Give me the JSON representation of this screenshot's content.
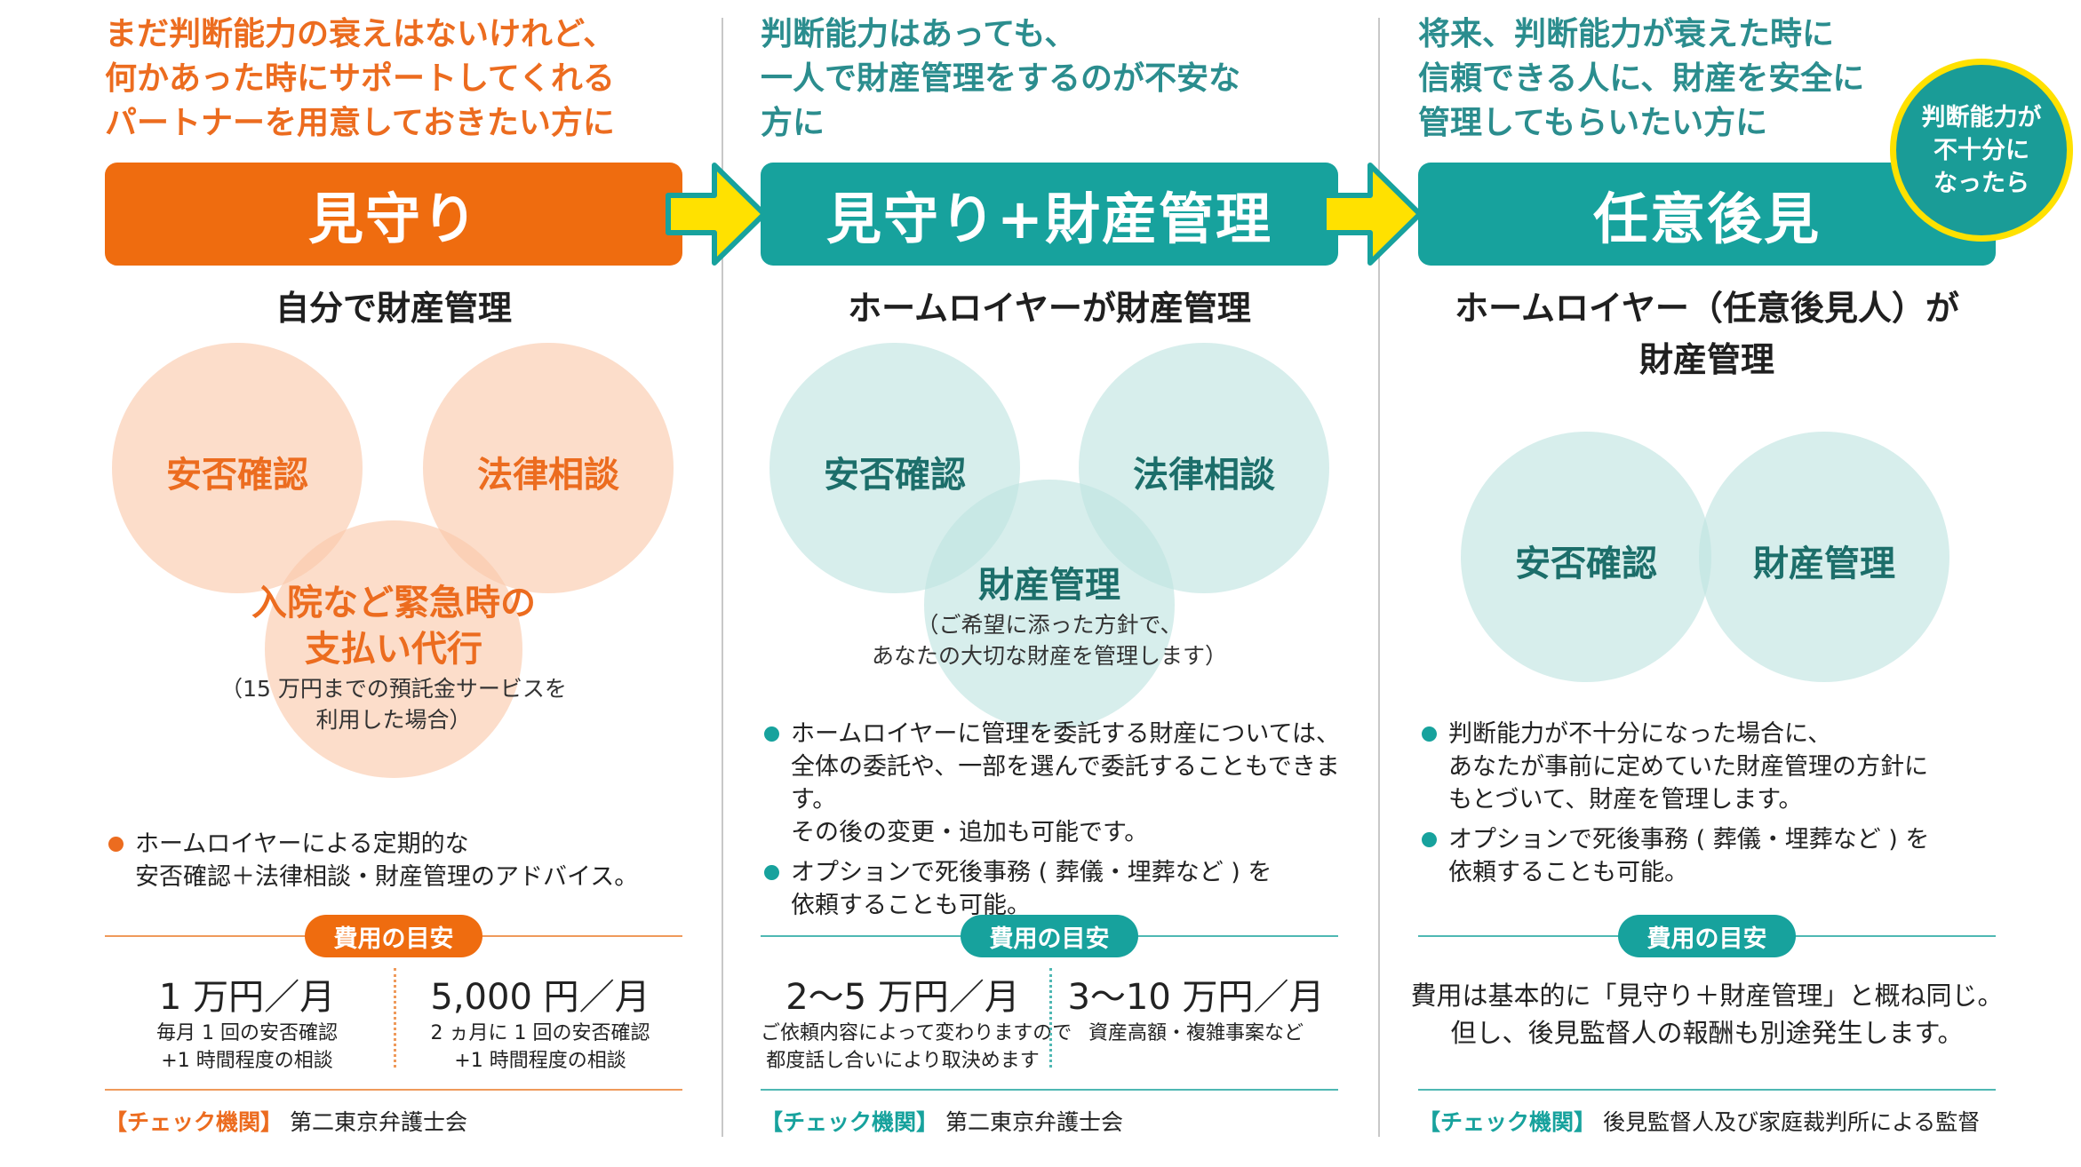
{
  "col1": {
    "intro": [
      "まだ判断能力の衰えはないけれど、",
      "何かあった時にサポートしてくれる",
      "パートナーを用意しておきたい方に"
    ],
    "title": "見守り",
    "subhead": "自分で財産管理",
    "circles": [
      "安否確認",
      "法律相談",
      "入院など緊急時の",
      "支払い代行"
    ],
    "circle_note": [
      "（15 万円までの預託金サービスを",
      "利用した場合）"
    ],
    "bullets": [
      [
        "ホームロイヤーによる定期的な",
        "安否確認＋法律相談・財産管理のアドバイス。"
      ]
    ],
    "cost_label": "費用の目安",
    "prices": [
      {
        "price": "1 万円／月",
        "note": [
          "毎月 1 回の安否確認",
          "+1 時間程度の相談"
        ]
      },
      {
        "price": "5,000 円／月",
        "note": [
          "2 ヵ月に 1 回の安否確認",
          "+1 時間程度の相談"
        ]
      }
    ],
    "check_tag": "【チェック機関】",
    "check_text": "第二東京弁護士会"
  },
  "col2": {
    "intro": [
      "判断能力はあっても、",
      "一人で財産管理をするのが不安な",
      "方に"
    ],
    "title": "見守り+財産管理",
    "subhead": "ホームロイヤーが財産管理",
    "circles": [
      "安否確認",
      "法律相談",
      "財産管理"
    ],
    "circle_note": [
      "（ご希望に添った方針で、",
      "あなたの大切な財産を管理します）"
    ],
    "bullets": [
      [
        "ホームロイヤーに管理を委託する財産については、",
        "全体の委託や、一部を選んで委託することもできます。",
        "その後の変更・追加も可能です。"
      ],
      [
        "オプションで死後事務 ( 葬儀・埋葬など ) を",
        "依頼することも可能。"
      ]
    ],
    "cost_label": "費用の目安",
    "prices": [
      {
        "price": "2〜5 万円／月",
        "note": [
          "ご依頼内容によって変わりますので",
          "都度話し合いにより取決めます"
        ]
      },
      {
        "price": "3〜10 万円／月",
        "note": [
          "資産高額・複雑事案など"
        ]
      }
    ],
    "check_tag": "【チェック機関】",
    "check_text": "第二東京弁護士会"
  },
  "col3": {
    "intro": [
      "将来、判断能力が衰えた時に",
      "信頼できる人に、財産を安全に",
      "管理してもらいたい方に"
    ],
    "title": "任意後見",
    "badge": [
      "判断能力が",
      "不十分に",
      "なったら"
    ],
    "subhead": [
      "ホームロイヤー（任意後見人）が",
      "財産管理"
    ],
    "circles": [
      "安否確認",
      "財産管理"
    ],
    "bullets": [
      [
        "判断能力が不十分になった場合に、",
        "あなたが事前に定めていた財産管理の方針に",
        "もとづいて、財産を管理します。"
      ],
      [
        "オプションで死後事務 ( 葬儀・埋葬など ) を",
        "依頼することも可能。"
      ]
    ],
    "cost_label": "費用の目安",
    "cost_text": [
      "費用は基本的に「見守り＋財産管理」と概ね同じ。",
      "但し、後見監督人の報酬も別途発生します。"
    ],
    "check_tag": "【チェック機関】",
    "check_text": "後見監督人及び家庭裁判所による監督"
  },
  "colors": {
    "orange": "#ef6c0f",
    "teal": "#17a29d",
    "arrow_yellow": "#ffe100",
    "badge_border": "#ffe100"
  }
}
